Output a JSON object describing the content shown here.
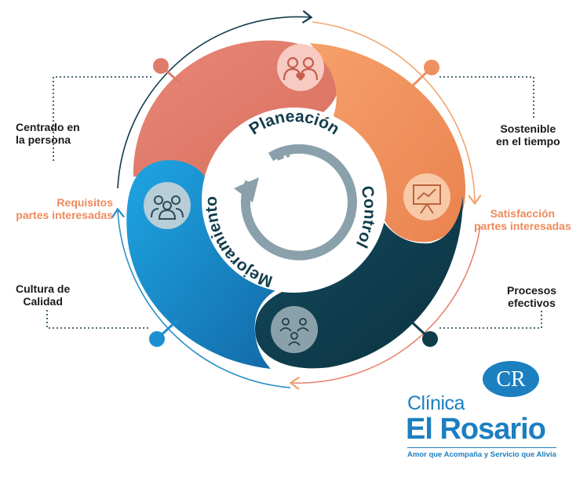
{
  "center": {
    "top_text": "Planeación",
    "right_text": "Control",
    "left_text": "Mejoramiento"
  },
  "labels": {
    "centrado": "Centrado en\nla persona",
    "requisitos": "Requisitos\npartes interesadas",
    "cultura": "Cultura de\nCalidad",
    "sostenible": "Sostenible\nen el tiempo",
    "satisfaccion": "Satisfacción\npartes interesadas",
    "procesos": "Procesos\nefectivos"
  },
  "logo": {
    "mark": "CR",
    "clinica": "Clínica",
    "name": "El Rosario",
    "slogan": "Amor que Acompaña y Servicio que Alivia"
  },
  "colors": {
    "salmon": "#e07b6c",
    "orange": "#ef9060",
    "navy": "#0f3d4c",
    "blue": "#1c8fd0",
    "grey_arrow": "#8aa1ab",
    "brand_blue": "#1c7fc0"
  },
  "icons": {
    "salmon": "people-heart-icon",
    "orange": "presentation-chart-icon",
    "navy": "team-structure-icon",
    "blue": "group-icon"
  }
}
